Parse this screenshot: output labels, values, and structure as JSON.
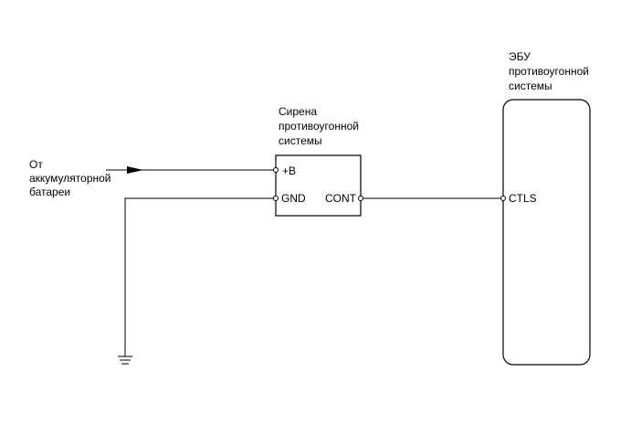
{
  "source": {
    "lines": [
      "От",
      "аккумуляторной",
      "батареи"
    ]
  },
  "siren": {
    "title_lines": [
      "Сирена",
      "противоугонной",
      "системы"
    ],
    "pins": {
      "power": "+B",
      "ground": "GND",
      "control": "CONT"
    }
  },
  "ecu": {
    "title_lines": [
      "ЭБУ",
      "противоугонной",
      "системы"
    ],
    "pins": {
      "control": "CTLS"
    }
  }
}
